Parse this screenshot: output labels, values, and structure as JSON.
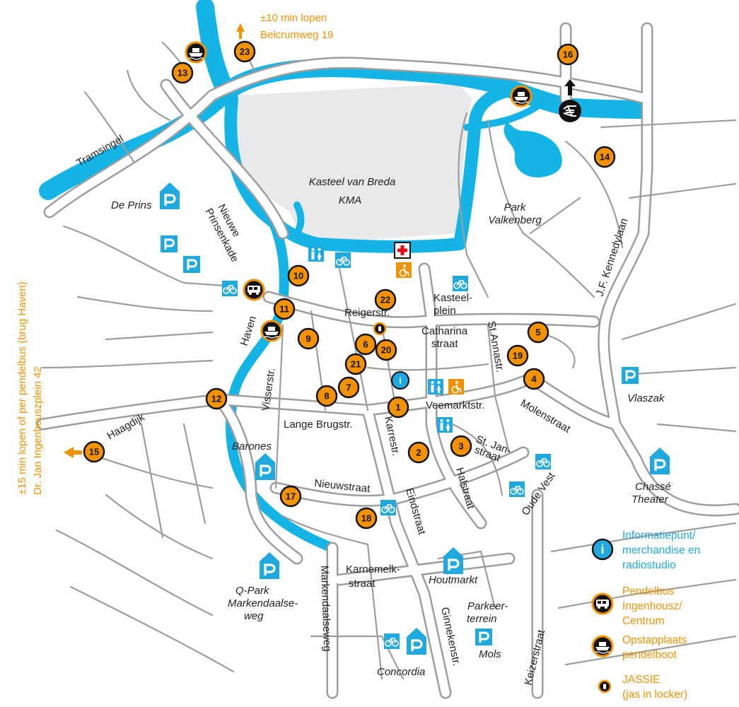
{
  "map": {
    "direction_top": {
      "line1": "±10 min lopen",
      "line2": "Belcrumweg 19"
    },
    "direction_left": {
      "line1": "±15 min lopen of per pendelbus (brug Haven)",
      "line2": "Dr. Jan Ingenhouszplein 42"
    },
    "castle": {
      "line1": "Kasteel van Breda",
      "line2": "KMA"
    },
    "park": {
      "line1": "Park",
      "line2": "Valkenberg"
    },
    "streets": {
      "tramsingel": "Tramsingel",
      "nieuwe_prinsenkade_1": "Nieuwe",
      "nieuwe_prinsenkade_2": "Prinsenkade",
      "haven": "Haven",
      "reigerstr": "Reigerstr.",
      "catharina_1": "Catharina",
      "catharina_2": "straat",
      "kasteelplein_1": "Kasteel-",
      "kasteelplein_2": "plein",
      "st_annastr": "St.Annastr.",
      "jfkennedylaan": "J.F. Kennedylaan",
      "visserstr": "Visserstr.",
      "veemarktstr": "Veemarktstr.",
      "lange_brugstr": "Lange Brugstr.",
      "karrestr": "Karrestr.",
      "molenstraat": "Molenstraat",
      "st_janstraat_1": "St. Jan-",
      "st_janstraat_2": "straat",
      "haagdijk": "Haagdijk",
      "nieuwstraat": "Nieuwstraat",
      "eindstraat": "Eindstraat",
      "halstraat": "Halstraat",
      "oude_vest": "Oude Vest",
      "karnemelk_1": "Karnemelk-",
      "karnemelk_2": "straat",
      "markendaalseweg": "Markendaalseweg",
      "ginnekenstr": "Ginnekenstr.",
      "keizerstraat": "Keizerstraat"
    },
    "parkings": {
      "de_prins": "De Prins",
      "barones": "Barones",
      "vlaszak": "Vlaszak",
      "chasse_1": "Chassé",
      "chasse_2": "Theater",
      "qpark_1": "Q-Park",
      "qpark_2": "Markendaalse-",
      "qpark_3": "weg",
      "houtmarkt": "Houtmarkt",
      "parkeerterrein_1": "Parkeer-",
      "parkeerterrein_2": "terrein",
      "mols": "Mols",
      "concordia": "Concordia"
    },
    "p_letter": "P",
    "info_letter": "i",
    "locations": [
      "1",
      "2",
      "3",
      "4",
      "5",
      "6",
      "7",
      "8",
      "9",
      "10",
      "11",
      "12",
      "13",
      "14",
      "15",
      "16",
      "17",
      "18",
      "19",
      "20",
      "21",
      "22",
      "23"
    ]
  },
  "legend": {
    "info": {
      "line1": "Informatiepunt/",
      "line2": "merchandise en",
      "line3": "radiostudio"
    },
    "bus": {
      "line1": "Pendelbus",
      "line2": "Ingenhousz/",
      "line3": "Centrum"
    },
    "boat": {
      "line1": "Opstapplaats",
      "line2": "pendelboot"
    },
    "jassie": {
      "line1": "JASSIE",
      "line2": "(jas in locker)"
    }
  },
  "colors": {
    "water": "#14b4e6",
    "road_fill": "#ffffff",
    "road_border": "#9d9d9d",
    "marker": "#f39200",
    "castle": "#e8e9ea",
    "info": "#1fa9df",
    "parking": "#1fa9df"
  },
  "icons": {
    "parking": "parking-sign-icon",
    "bike": "bicycle-parking-icon",
    "toilet": "toilet-icon",
    "wheelchair": "wheelchair-icon",
    "first_aid": "first-aid-icon",
    "bus": "shuttle-bus-icon",
    "boat": "shuttle-boat-icon",
    "train": "train-station-icon",
    "arrow": "direction-arrow-icon",
    "locker": "locker-icon"
  }
}
